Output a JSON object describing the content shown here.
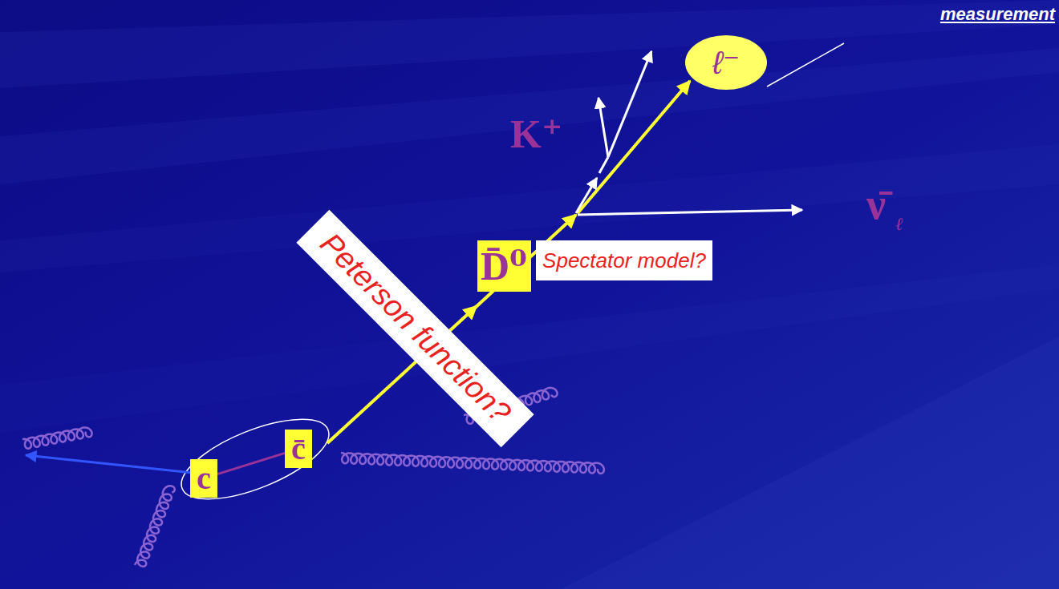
{
  "diagram": {
    "nodes": [
      {
        "text": [
          "ℓ⁻"
        ]
      },
      {
        "text": [
          "D̄⁰"
        ]
      },
      {
        "text": [
          "Spectator model?"
        ]
      },
      {
        "text": [
          "Peterson function?"
        ]
      },
      {
        "text": [
          "c̄"
        ]
      },
      {
        "text": [
          "c"
        ]
      }
    ],
    "edges": [
      {
        "from": 5,
        "to": 4,
        "arrow": "none"
      }
    ],
    "labels": [
      "measurement",
      "K⁺",
      "ν̄",
      "ℓ"
    ]
  }
}
